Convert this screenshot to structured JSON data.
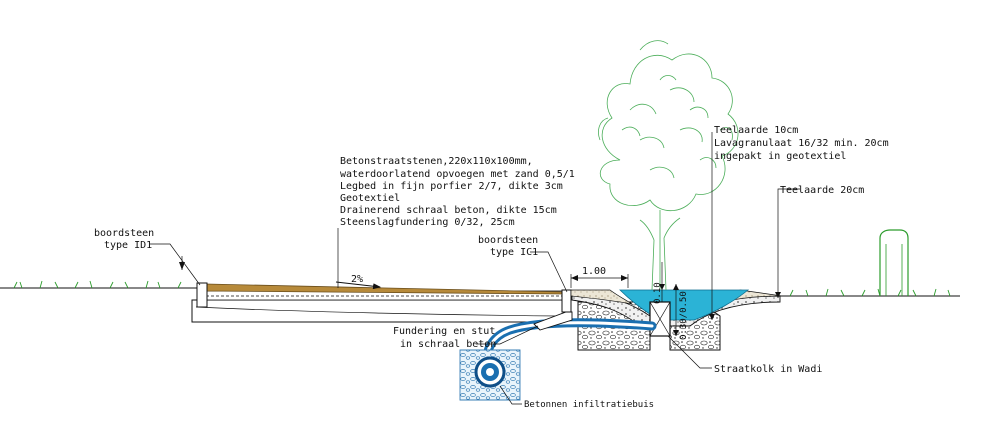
{
  "labels": {
    "boordsteen_id1_line1": "boordsteen",
    "boordsteen_id1_line2": "type ID1",
    "slope": "2%",
    "spec_line1": "Betonstraatstenen,220x110x100mm,",
    "spec_line2": "waterdoorlatend opvoegen met zand 0,5/1",
    "spec_line3": "Legbed in fijn porfier 2/7, dikte 3cm",
    "spec_line4": "Geotextiel",
    "spec_line5": "Drainerend schraal beton, dikte 15cm",
    "spec_line6": "Steenslagfundering 0/32, 25cm",
    "boordsteen_ic1_line1": "boordsteen",
    "boordsteen_ic1_line2": "type IC1",
    "dim_100": "1.00",
    "dim_010": "0.10",
    "dim_030_050": "0.30/0.50",
    "wadi_line1": "Teelaarde 10cm",
    "wadi_line2": "Lavagranulaat 16/32 min. 20cm",
    "wadi_line3": "ingepakt in geotextiel",
    "teelaarde_20": "Teelaarde 20cm",
    "fundering_line1": "Fundering en stut",
    "fundering_line2": "in schraal beton",
    "straatkolk": "Straatkolk in Wadi",
    "infiltratiebuis": "Betonnen infiltratiebuis"
  },
  "colors": {
    "water": "#2bb3d6",
    "paving": "#b78a3a",
    "grass": "#2c9c2c",
    "tree": "#4cae5a",
    "line": "#111111"
  },
  "icons": {
    "tree": "deciduous-tree-icon",
    "shrub": "shrub-outline-icon"
  }
}
